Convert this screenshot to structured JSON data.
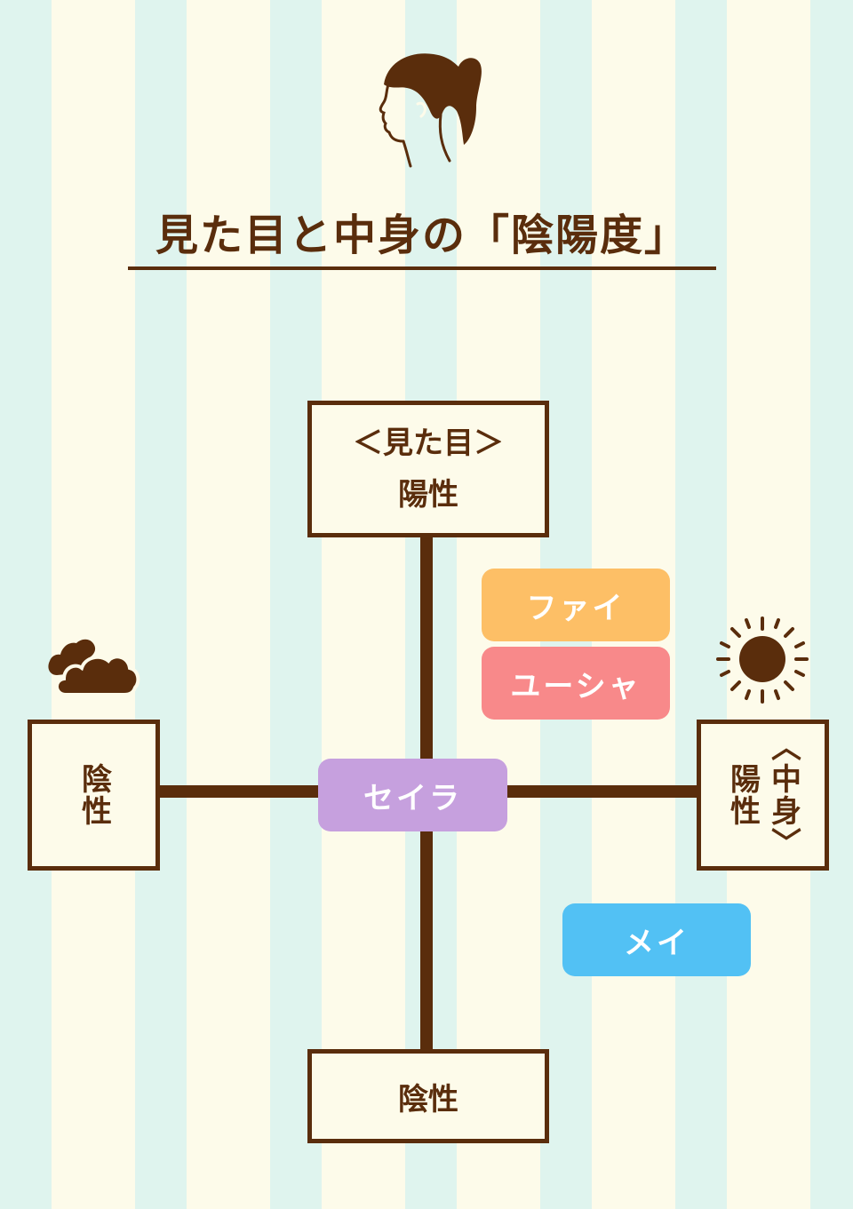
{
  "title": "見た目と中身の「陰陽度」",
  "axes": {
    "top": {
      "line1": "＜見た目＞",
      "line2": "陽性"
    },
    "bottom": {
      "label": "陰性"
    },
    "left": {
      "label": "陰性"
    },
    "right": {
      "axis_name": "〈中身〉",
      "label": "陽性"
    }
  },
  "characters": [
    {
      "name": "ファイ",
      "color": "#fdbf66"
    },
    {
      "name": "ユーシャ",
      "color": "#f8898a"
    },
    {
      "name": "セイラ",
      "color": "#c6a0de"
    },
    {
      "name": "メイ",
      "color": "#52c1f4"
    }
  ],
  "icons": {
    "header": "woman-profile-icon",
    "left": "cloud-icon",
    "right": "sun-icon"
  },
  "colors": {
    "ink": "#5a2d0c",
    "background": "#fdfbea",
    "stripe": "#dff4ee"
  }
}
